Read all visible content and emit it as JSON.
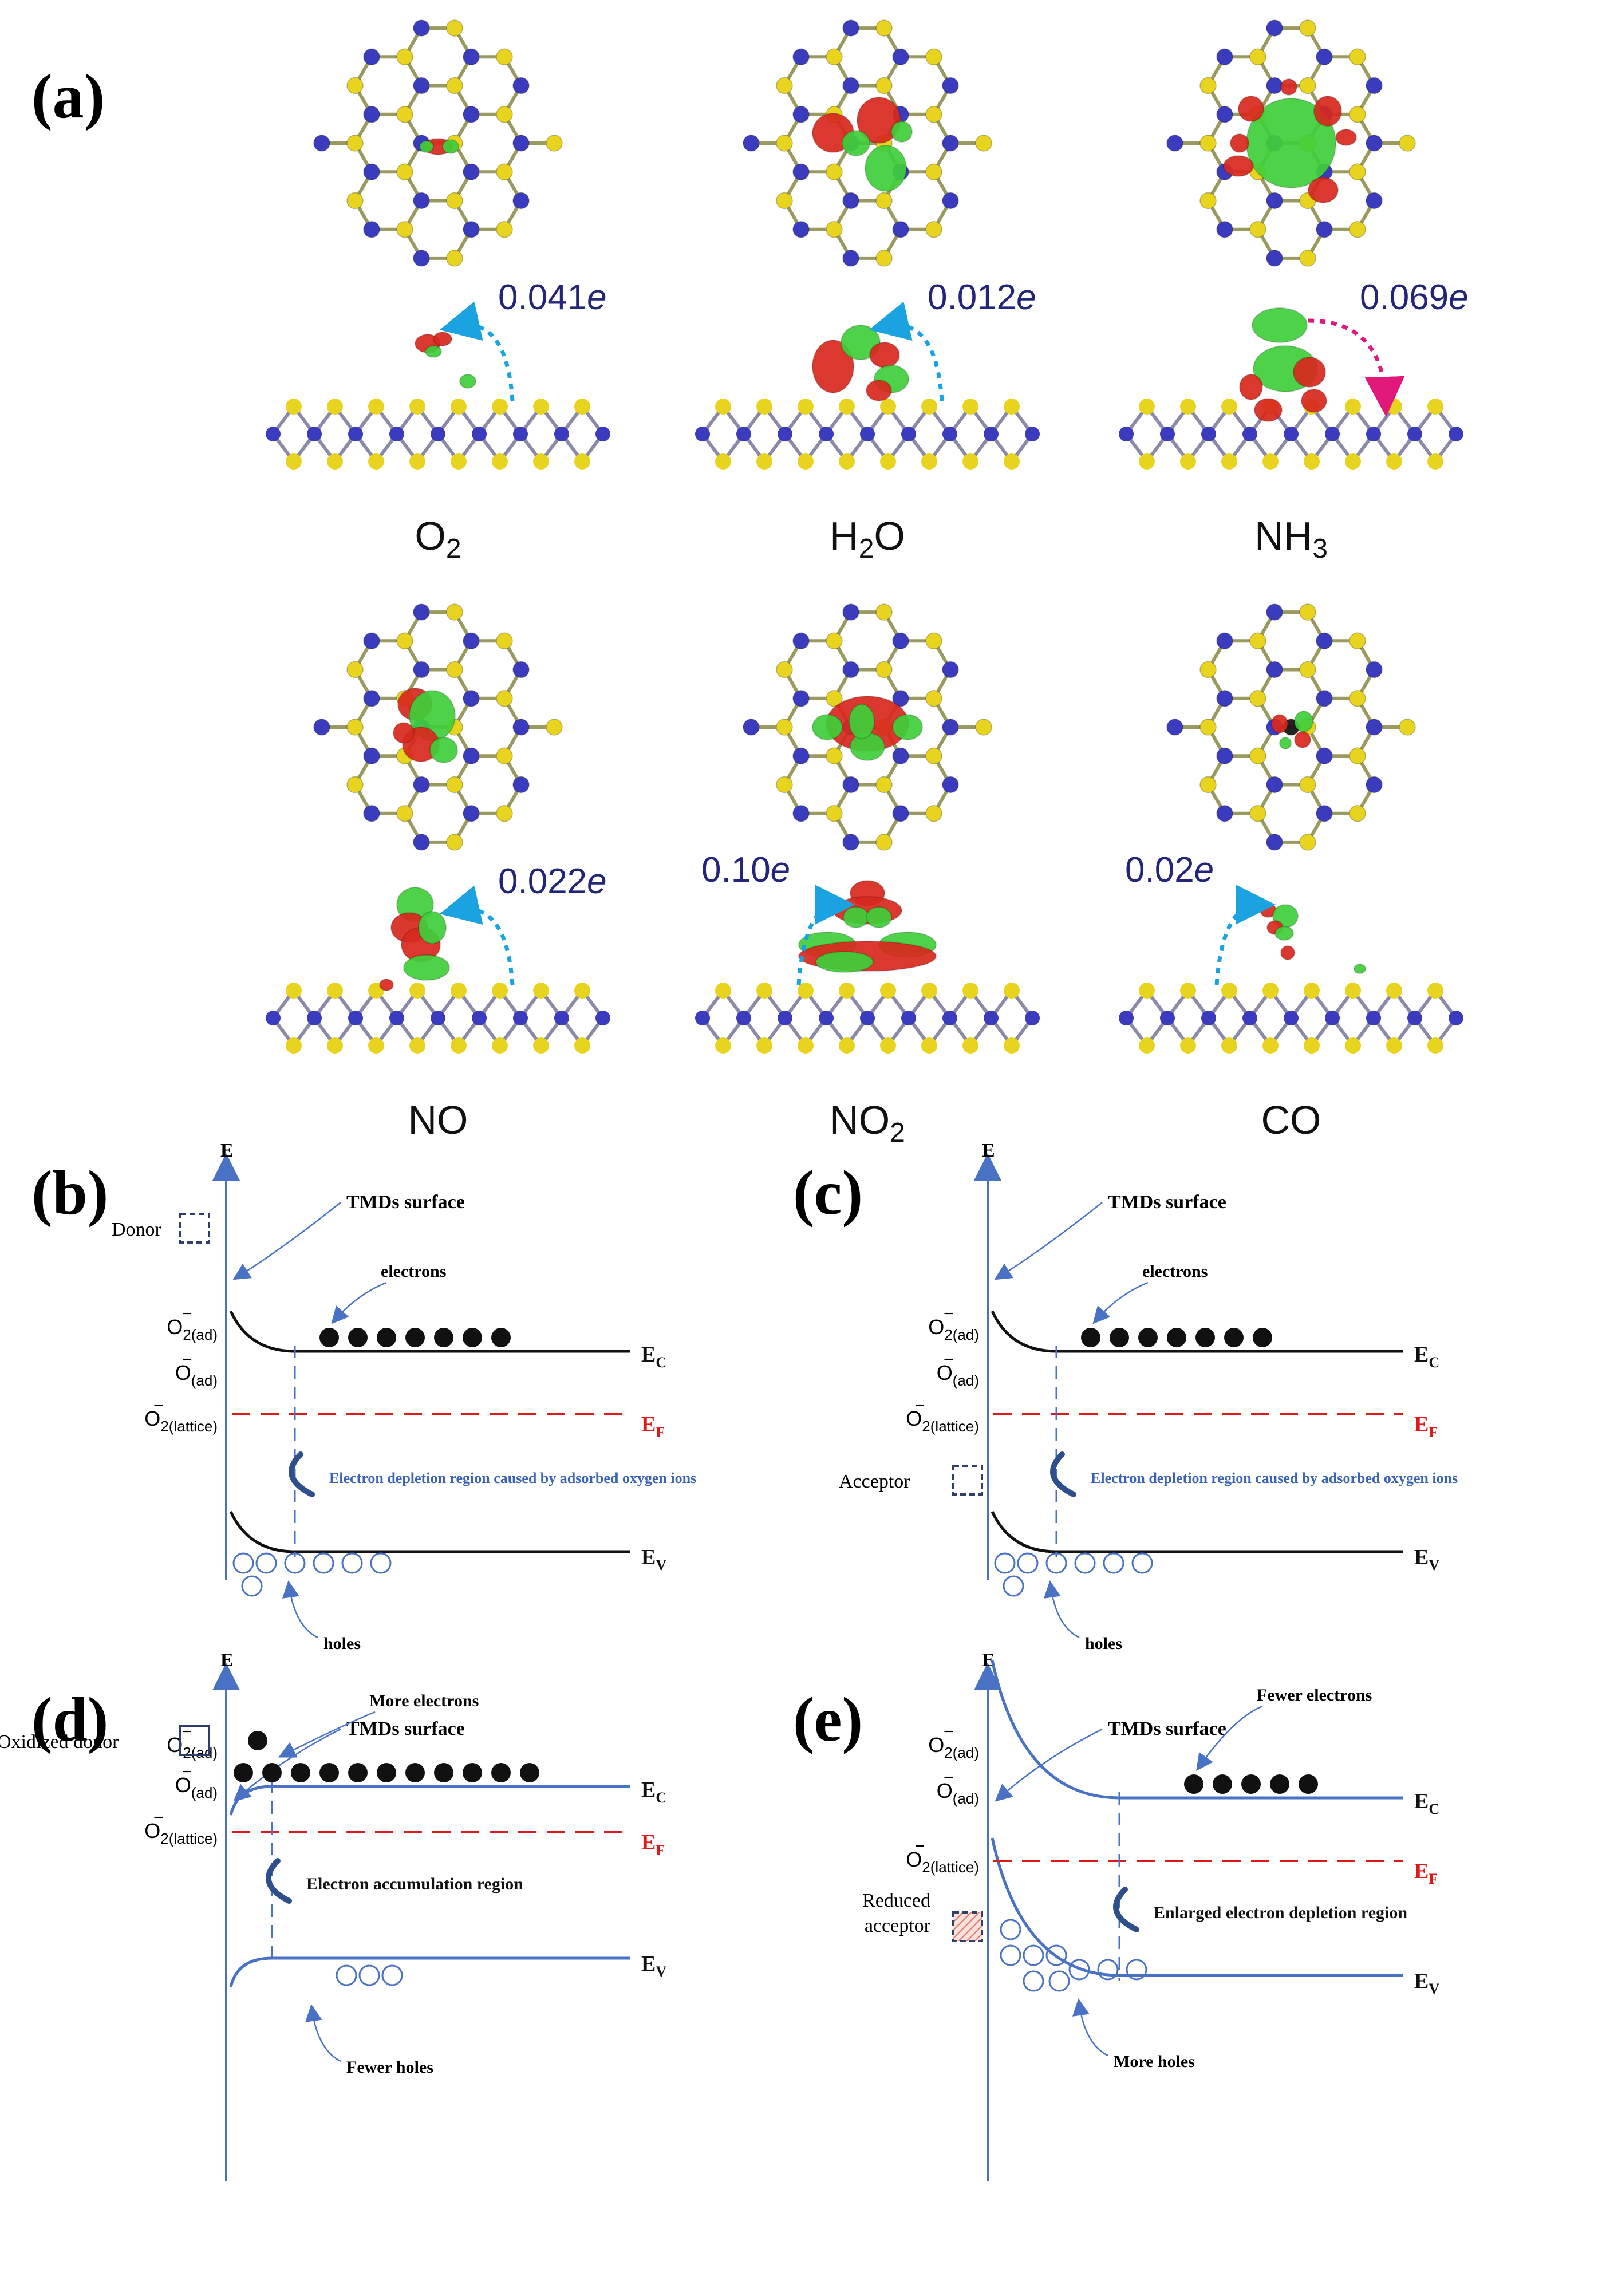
{
  "figure": {
    "panel_a": {
      "letter": "(a)",
      "molecules": [
        {
          "name": "O",
          "sub": "2",
          "charge_num": "0.041",
          "charge_unit": "e",
          "direction": "to_molecule"
        },
        {
          "name": "H",
          "sub": "2",
          "suffix": "O",
          "charge_num": "0.012",
          "charge_unit": "e",
          "direction": "to_molecule"
        },
        {
          "name": "NH",
          "sub": "3",
          "charge_num": "0.069",
          "charge_unit": "e",
          "direction": "to_surface"
        },
        {
          "name": "NO",
          "sub": "",
          "charge_num": "0.022",
          "charge_unit": "e",
          "direction": "to_molecule"
        },
        {
          "name": "NO",
          "sub": "2",
          "charge_num": "0.10",
          "charge_unit": "e",
          "direction": "to_molecule"
        },
        {
          "name": "CO",
          "sub": "",
          "charge_num": "0.02",
          "charge_unit": "e",
          "direction": "to_molecule"
        }
      ],
      "colors": {
        "metal": "#3b3bbd",
        "chalcogen": "#e8d41e",
        "depletion": "#d8281e",
        "accumulation": "#3fcf3a",
        "arrow_to_molecule": "#1aa3e0",
        "arrow_to_surface": "#e0187a"
      }
    },
    "band_panels": [
      {
        "letter": "(b)",
        "axis": "E",
        "surface_label": "TMDs surface",
        "side_label": "Donor",
        "electrons_label": "electrons",
        "holes_label": "holes",
        "region_label": "Electron depletion region caused by adsorbed oxygen ions",
        "ec_label": "E",
        "ec_sub": "C",
        "ef_label": "E",
        "ef_sub": "F",
        "ev_label": "E",
        "ev_sub": "V"
      },
      {
        "letter": "(c)",
        "axis": "E",
        "surface_label": "TMDs surface",
        "side_label": "Acceptor",
        "electrons_label": "electrons",
        "holes_label": "holes",
        "region_label": "Electron depletion region caused by adsorbed oxygen ions",
        "ec_label": "E",
        "ec_sub": "C",
        "ef_label": "E",
        "ef_sub": "F",
        "ev_label": "E",
        "ev_sub": "V"
      },
      {
        "letter": "(d)",
        "axis": "E",
        "surface_label": "TMDs surface",
        "side_label": "Oxidized donor",
        "electrons_label": "More electrons",
        "holes_label": "Fewer holes",
        "region_label": "Electron accumulation region",
        "ec_label": "E",
        "ec_sub": "C",
        "ef_label": "E",
        "ef_sub": "F",
        "ev_label": "E",
        "ev_sub": "V"
      },
      {
        "letter": "(e)",
        "axis": "E",
        "surface_label": "TMDs surface",
        "side_label": "Reduced acceptor",
        "electrons_label": "Fewer electrons",
        "holes_label": "More holes",
        "region_label": "Enlarged electron depletion region",
        "ec_label": "E",
        "ec_sub": "C",
        "ef_label": "E",
        "ef_sub": "F",
        "ev_label": "E",
        "ev_sub": "V"
      }
    ],
    "oxygen_species": [
      {
        "base": "O",
        "sub": "2(ad)",
        "sup": "−"
      },
      {
        "base": "O",
        "sub": "(ad)",
        "sup": "−"
      },
      {
        "base": "O",
        "sub": "2(lattice)",
        "sup": "−"
      }
    ],
    "band_colors": {
      "line_bc": "#111111",
      "line_de": "#4a72c4",
      "axis": "#4a72c4",
      "fermi": "#e01818",
      "fermi_label": "#e01818",
      "region_label_bc": "#3a62b8"
    }
  }
}
